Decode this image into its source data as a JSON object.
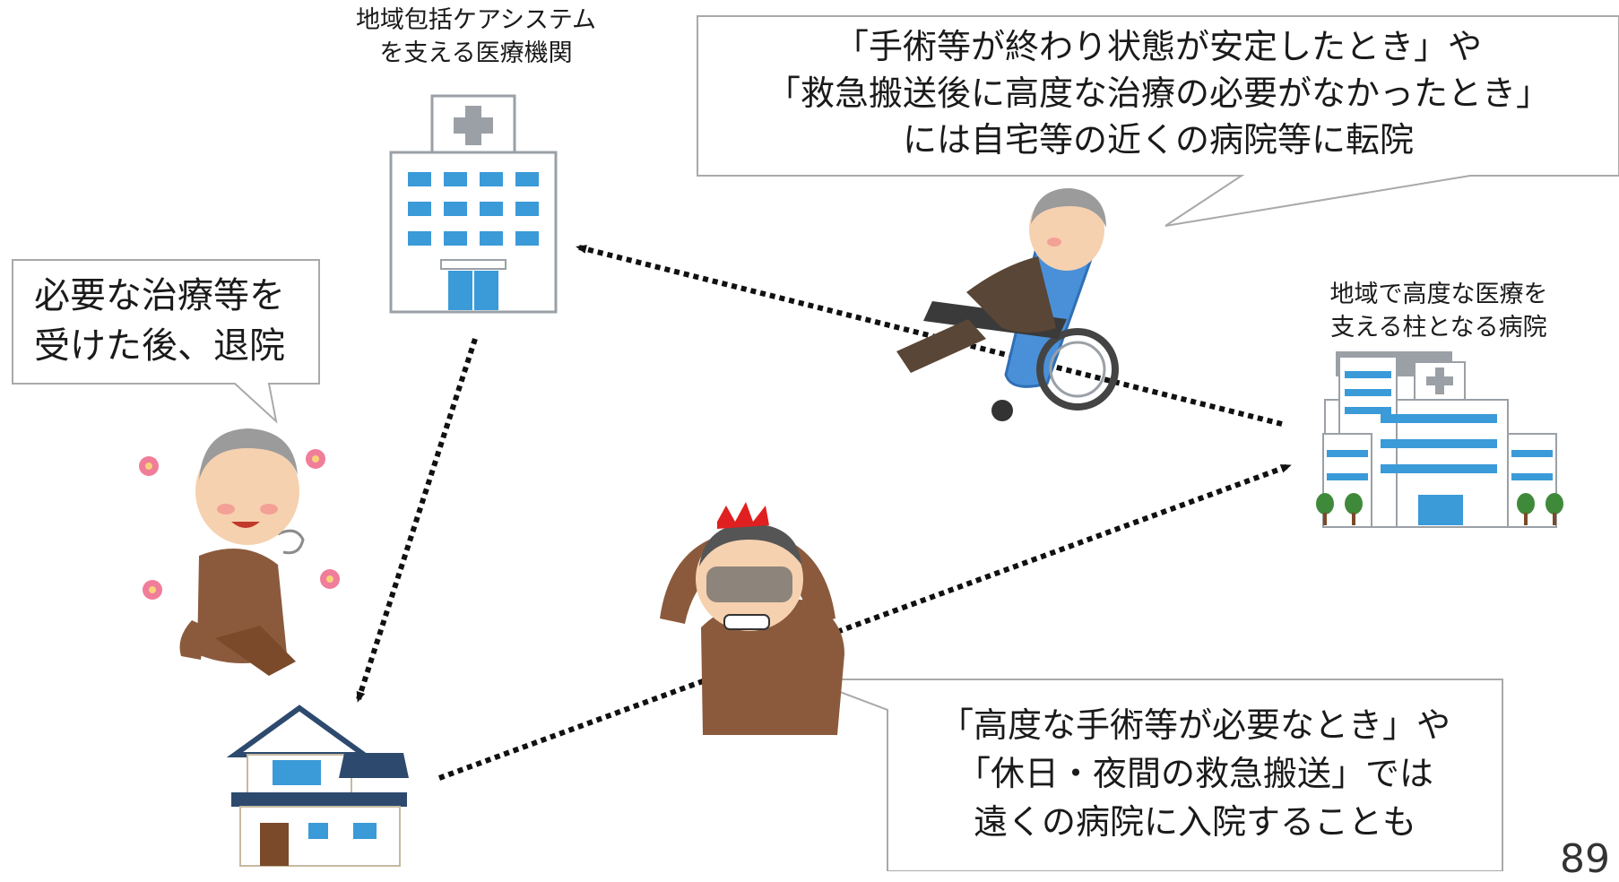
{
  "labels": {
    "local_hospital": [
      "地域包括ケアシステム",
      "を支える医療機関"
    ],
    "regional_hospital": [
      "地域で高度な医療を",
      "支える柱となる病院"
    ]
  },
  "bubbles": {
    "transfer": [
      "「手術等が終わり状態が安定したとき」や",
      "「救急搬送後に高度な治療の必要がなかったとき」",
      "には自宅等の近くの病院等に転院"
    ],
    "discharge": [
      "必要な治療等を",
      "受けた後、退院"
    ],
    "distant": [
      "「高度な手術等が必要なとき」や",
      "「休日・夜間の救急搬送」では",
      "遠くの病院に入院することも"
    ]
  },
  "page_number": "89",
  "colors": {
    "building_blue": "#3b9ad8",
    "outline": "#9aa0a6",
    "arrow": "#111111"
  }
}
